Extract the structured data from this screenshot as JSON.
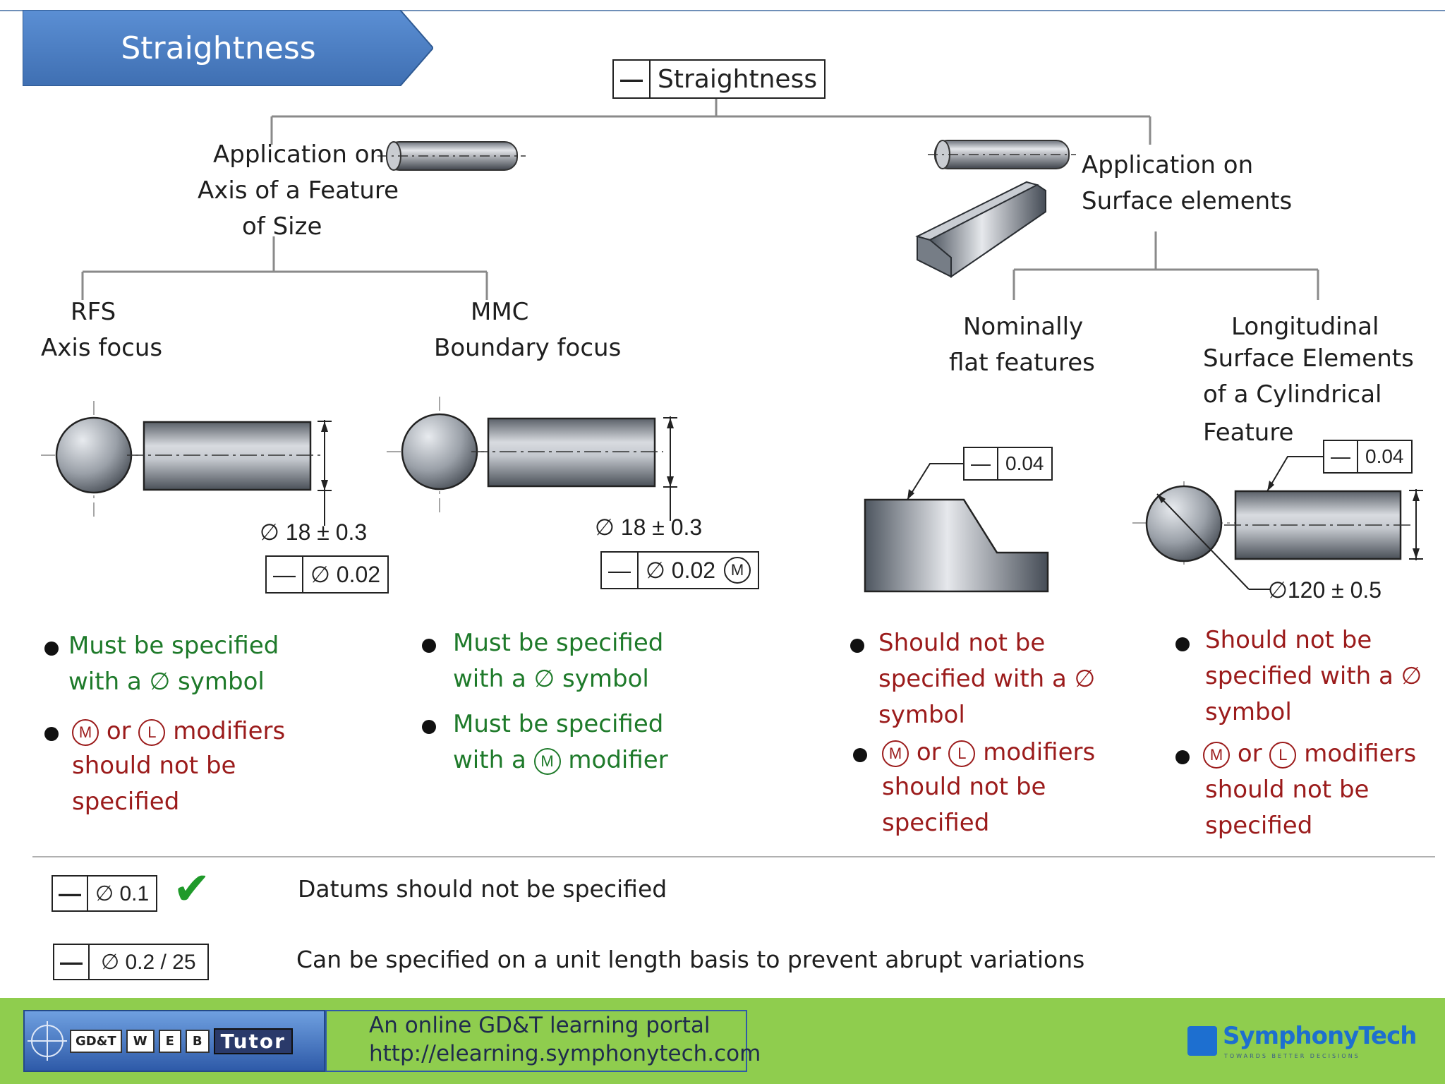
{
  "title": "Straightness",
  "root_fcf": {
    "symbol": "—",
    "label": "Straightness"
  },
  "branches": {
    "axis": {
      "lines": [
        "Application on",
        "Axis of a Feature",
        "of Size"
      ]
    },
    "surface": {
      "lines": [
        "Application on",
        "Surface elements"
      ]
    }
  },
  "sub": {
    "rfs": {
      "lines": [
        "RFS",
        "Axis focus"
      ]
    },
    "mmc": {
      "lines": [
        "MMC",
        "Boundary focus"
      ]
    },
    "flat": {
      "lines": [
        "Nominally",
        "flat features"
      ]
    },
    "long": {
      "lines": [
        "Longitudinal",
        "Surface Elements",
        "of a Cylindrical",
        "Feature"
      ]
    }
  },
  "dims": {
    "rfs_size": "∅ 18 ± 0.3",
    "mmc_size": "∅ 18 ± 0.3",
    "long_size": "∅120 ± 0.5"
  },
  "fcfs": {
    "rfs": {
      "sym": "—",
      "tol": "∅ 0.02"
    },
    "mmc": {
      "sym": "—",
      "tol": "∅ 0.02",
      "mod": "M"
    },
    "flat": {
      "sym": "—",
      "tol": "0.04"
    },
    "long": {
      "sym": "—",
      "tol": "0.04"
    },
    "datum_example": {
      "sym": "—",
      "tol": "∅ 0.1"
    },
    "unit_example": {
      "sym": "—",
      "tol": "∅ 0.2 / 25"
    }
  },
  "notes": {
    "rfs_1a": "Must be specified",
    "rfs_1b": "with a",
    "rfs_1c": "symbol",
    "rfs_2a_or": "or",
    "rfs_2a_mod": "modifiers",
    "rfs_2b": "should not be",
    "rfs_2c": "specified",
    "mmc_1a": "Must be specified",
    "mmc_1b": "with a",
    "mmc_1c": "symbol",
    "mmc_2a": "Must be specified",
    "mmc_2b": "with a",
    "mmc_2c": "modifier",
    "flat_1a": "Should not be",
    "flat_1b": "specified with a",
    "flat_1c": "symbol",
    "flat_2a_or": "or",
    "flat_2a_mod": "modifiers",
    "flat_2b": "should not be",
    "flat_2c": "specified",
    "long_1a": "Should not be",
    "long_1b": "specified with a",
    "long_1c": "symbol",
    "long_2a_or": "or",
    "long_2a_mod": "modifiers",
    "long_2b": "should not be",
    "long_2c": "specified",
    "diameter": "∅",
    "mod_m": "M",
    "mod_l": "L"
  },
  "bottom": {
    "datums": "Datums should not be specified",
    "unit_length": "Can be specified on a unit length basis to prevent abrupt variations",
    "check": "✔"
  },
  "footer": {
    "logo_words": [
      "GD&T",
      "W",
      "E",
      "B",
      "Tutor"
    ],
    "portal_line1": "An online GD&T learning portal",
    "portal_line2": "http://elearning.symphonytech.com",
    "brand": "SymphonyTech",
    "brand_tagline": "TOWARDS BETTER DECISIONS"
  },
  "colors": {
    "banner": "#4a7ec4",
    "green": "#1e7a2a",
    "red": "#9b1b1b",
    "footer": "#8fcd4e"
  }
}
